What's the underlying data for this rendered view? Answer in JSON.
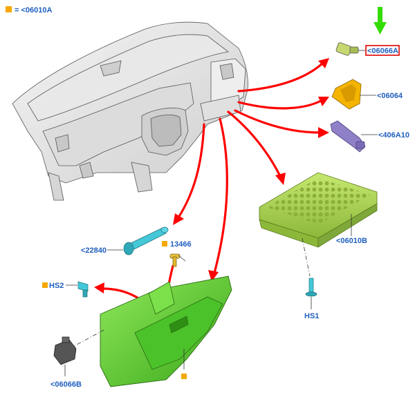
{
  "legend": {
    "text": "= <06010A",
    "marker_color": "#f5a800"
  },
  "labels": {
    "part_06066A": "<06066A",
    "part_06064": "<06064",
    "part_406A10": "<406A10",
    "part_06010B": "<06010B",
    "part_22840": "<22840",
    "part_13466": "13466",
    "part_HS2": "HS2",
    "part_HS1": "HS1",
    "part_06066B": "<06066B"
  },
  "colors": {
    "callout_text": "#1f5fbf",
    "highlight_box": "#e00000",
    "indicator_arrow": "#33dd00",
    "leader_arrows": "#ff0000",
    "glove_box": "#5fd62a",
    "glove_box_housing": "#9fd24a",
    "latch_parts": "#44c8d8",
    "bracket_06064": "#f5b400",
    "damper_406A10": "#9080c8"
  },
  "icons": {
    "legend_marker": "orange-square-icon",
    "indicator": "green-down-arrow-icon"
  }
}
